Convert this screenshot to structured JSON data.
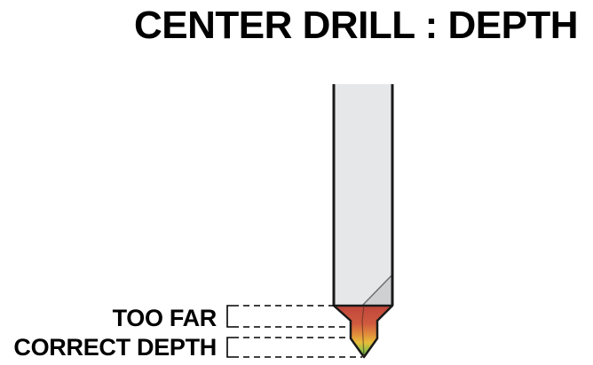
{
  "title": "CENTER DRILL : DEPTH",
  "labels": {
    "too_far": "TOO FAR",
    "correct_depth": "CORRECT DEPTH"
  },
  "colors": {
    "shank": "#e6e7e8",
    "outline": "#1a1a1a",
    "too_far_zone": "#c0463c",
    "mid_zone": "#e07a3c",
    "correct_zone_top": "#e9c23a",
    "correct_zone_bottom": "#4fae48",
    "dash": "#000000"
  }
}
